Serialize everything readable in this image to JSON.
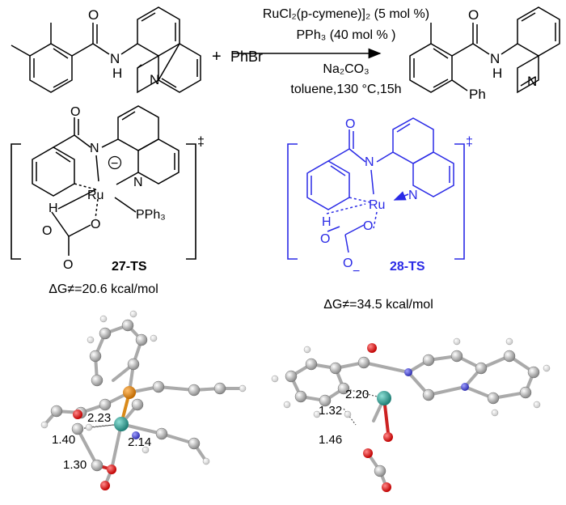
{
  "reaction": {
    "reagent": "PhBr",
    "plus": "+",
    "cond_catalyst": "RuCl₂(p-cymene)]₂ (5 mol %)",
    "cond_ligand": "PPh₃ (40 mol % )",
    "cond_base": "Na₂CO₃",
    "cond_solvent": "toluene,130 °C,15h",
    "ph": "Ph"
  },
  "atoms": {
    "O": "O",
    "N": "N",
    "H": "H",
    "Ru": "Ru",
    "PPh3": "PPh₃",
    "minus": "−",
    "dagger": "‡"
  },
  "ts27": {
    "label": "27-TS",
    "energy": "ΔG≠=20.6 kcal/mol",
    "d1": "2.23",
    "d2": "2.14",
    "d3": "1.40",
    "d4": "1.30"
  },
  "ts28": {
    "label": "28-TS",
    "energy": "ΔG≠=34.5 kcal/mol",
    "d1": "2.20",
    "d2": "1.32",
    "d3": "1.46"
  },
  "colors": {
    "black": "#000000",
    "blue": "#2a2ae6",
    "ru": "#2a9a8f",
    "o": "#d81010",
    "n": "#4b4bcc",
    "p": "#e08a1a",
    "c": "#9a9a9a"
  }
}
